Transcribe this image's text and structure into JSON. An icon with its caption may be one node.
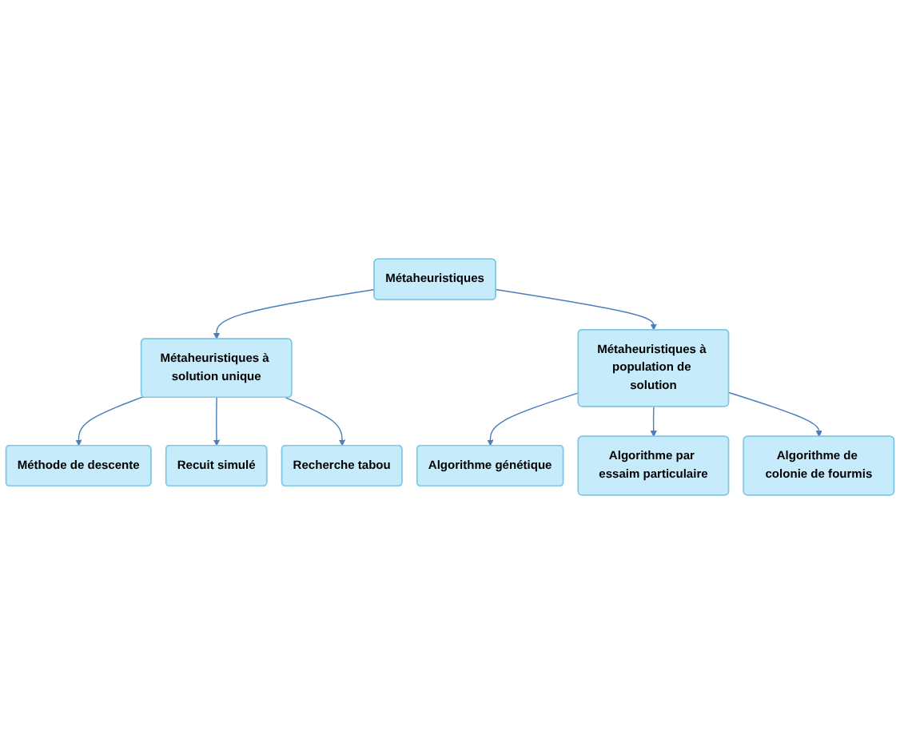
{
  "diagram": {
    "nodes": [
      {
        "text": [
          "Métaheuristiques"
        ]
      },
      {
        "text": [
          "Métaheuristiques à solution unique"
        ]
      },
      {
        "text": [
          "Métaheuristiques à population de solution"
        ]
      },
      {
        "text": [
          "Méthode de descente"
        ]
      },
      {
        "text": [
          "Recuit simulé"
        ]
      },
      {
        "text": [
          "Recherche tabou"
        ]
      },
      {
        "text": [
          "Algorithme génétique"
        ]
      },
      {
        "text": [
          "Algorithme par essaim particulaire"
        ]
      },
      {
        "text": [
          "Algorithme de colonie de fourmis"
        ]
      }
    ],
    "edges": [
      {
        "from": 0,
        "to": 1,
        "arrow": "to"
      },
      {
        "from": 0,
        "to": 2,
        "arrow": "to"
      },
      {
        "from": 1,
        "to": 3,
        "arrow": "to"
      },
      {
        "from": 1,
        "to": 4,
        "arrow": "to"
      },
      {
        "from": 1,
        "to": 5,
        "arrow": "to"
      },
      {
        "from": 2,
        "to": 6,
        "arrow": "to"
      },
      {
        "from": 2,
        "to": 7,
        "arrow": "to"
      },
      {
        "from": 2,
        "to": 8,
        "arrow": "to"
      }
    ]
  }
}
